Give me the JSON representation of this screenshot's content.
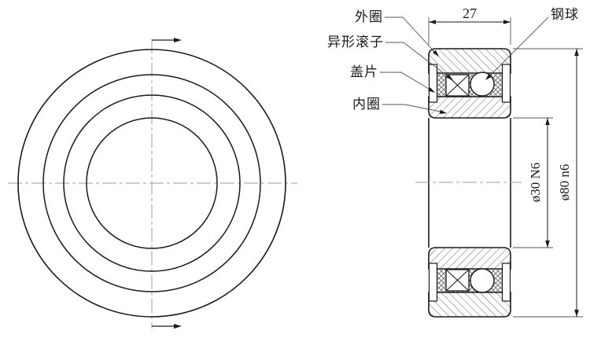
{
  "drawing": {
    "labels": {
      "outer_ring": "外圈",
      "steel_ball": "钢球",
      "shaped_roller": "异形滚子",
      "cover_plate": "盖片",
      "inner_ring": "内圈"
    },
    "dimensions": {
      "width": "27",
      "bore": "ø30 N6",
      "outer_diameter": "ø80 n6"
    },
    "colors": {
      "line": "#1a1a1a",
      "hatch": "#666666",
      "centerline": "#9f9f9f",
      "background": "#ffffff"
    }
  }
}
